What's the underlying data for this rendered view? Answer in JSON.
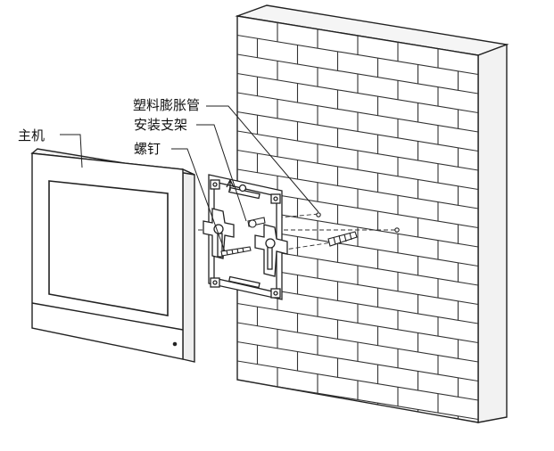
{
  "labels": {
    "host": "主机",
    "anchor": "塑料膨胀管",
    "bracket": "安装支架",
    "screw": "螺钉"
  },
  "colors": {
    "line": "#222222",
    "wall_face": "#ffffff",
    "wall_side": "#f2f2f2"
  },
  "icons": {
    "wall": "brick-wall-icon",
    "device": "indoor-monitor-icon",
    "bracket": "mounting-bracket-icon",
    "screw": "screw-icon",
    "anchor": "expansion-anchor-icon"
  }
}
